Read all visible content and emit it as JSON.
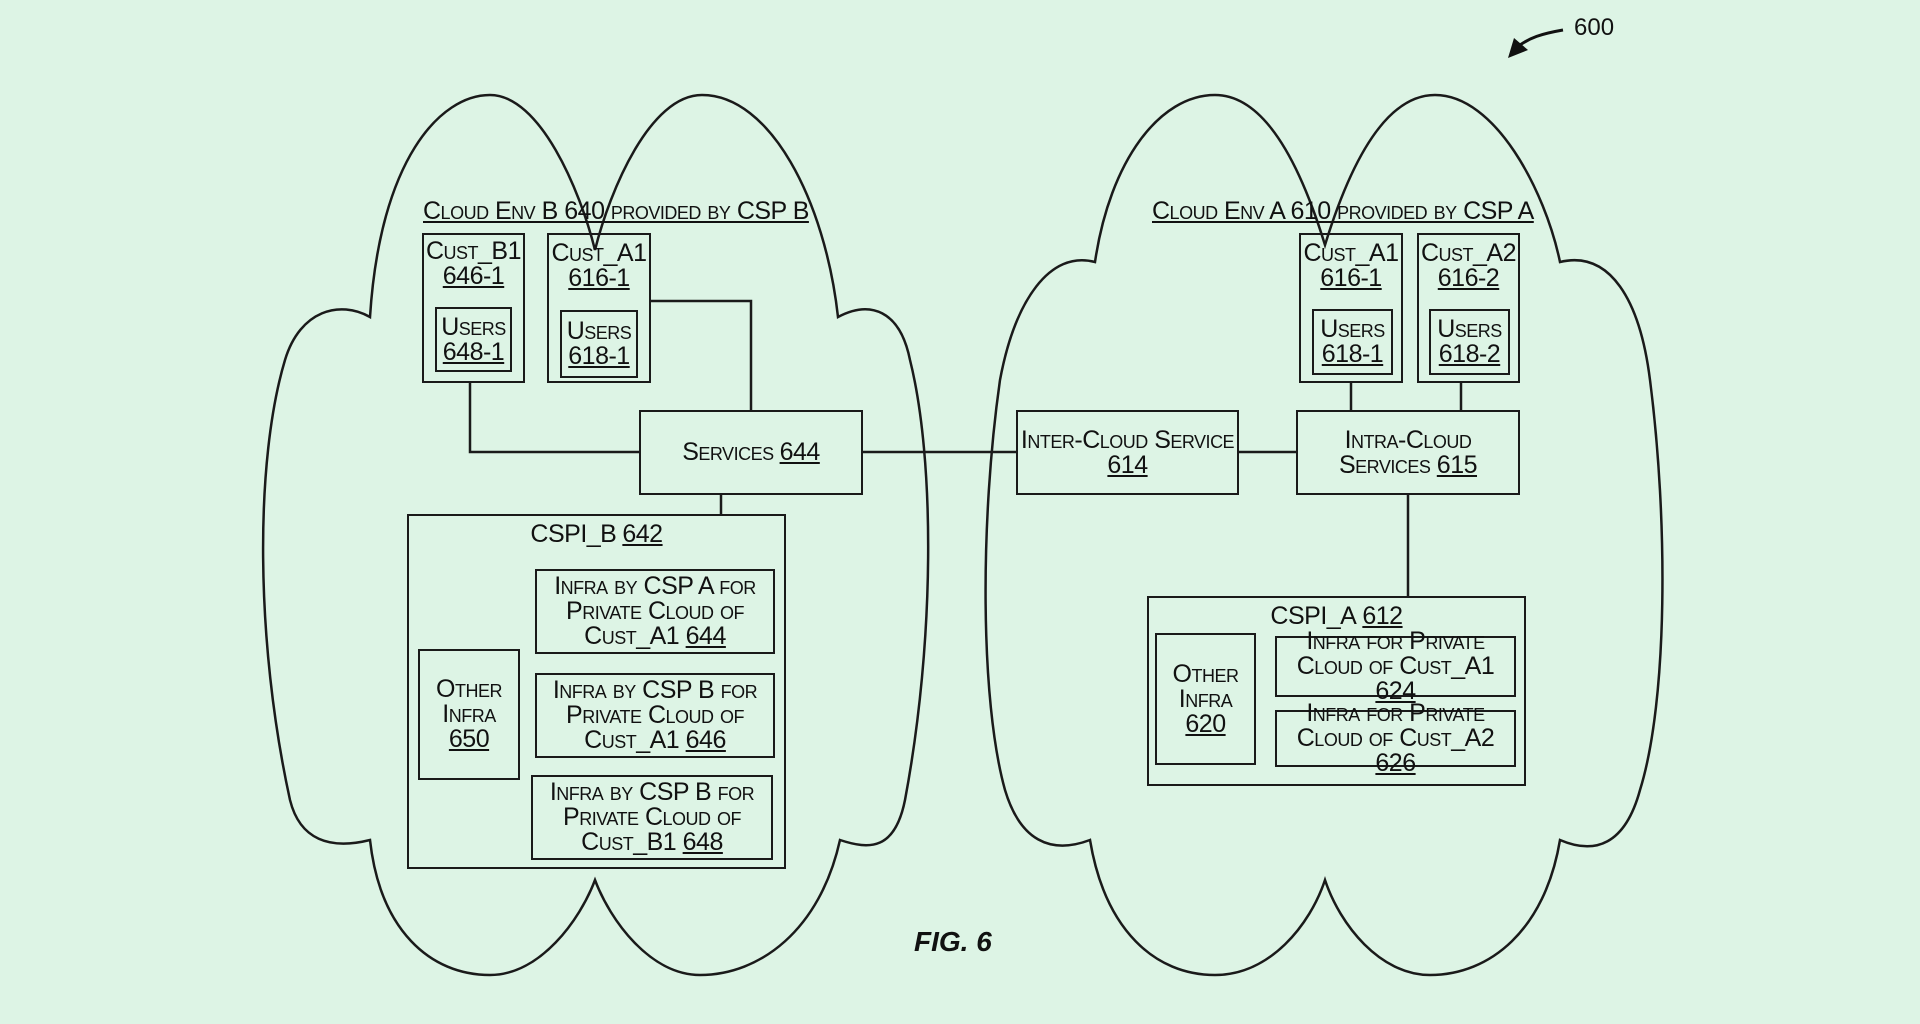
{
  "figure": {
    "label": "FIG. 6",
    "reference": "600"
  },
  "cloud_b": {
    "title": "Cloud Env B 640 provided by CSP B",
    "cust_b1": {
      "name": "Cust_B1",
      "ref": "646-1",
      "users": {
        "name": "Users",
        "ref": "648-1"
      }
    },
    "cust_a1": {
      "name": "Cust_A1",
      "ref": "616-1",
      "users": {
        "name": "Users",
        "ref": "618-1"
      }
    },
    "services": {
      "name": "Services",
      "ref": "644"
    },
    "cspi": {
      "name": "CSPI_B",
      "ref": "642",
      "other_infra": {
        "line1": "Other",
        "line2": "Infra",
        "ref": "650"
      },
      "infra": [
        {
          "line1": "Infra by CSP A for",
          "line2": "Private Cloud of",
          "line3": "Cust_A1",
          "ref": "644"
        },
        {
          "line1": "Infra by CSP B for",
          "line2": "Private Cloud of",
          "line3": "Cust_A1",
          "ref": "646"
        },
        {
          "line1": "Infra by CSP B for",
          "line2": "Private Cloud of",
          "line3": "Cust_B1",
          "ref": "648"
        }
      ]
    }
  },
  "cloud_a": {
    "title": "Cloud Env A 610 provided by CSP A",
    "inter_cloud": {
      "name": "Inter-Cloud Service",
      "ref": "614"
    },
    "intra_cloud": {
      "line1": "Intra-Cloud",
      "line2": "Services",
      "ref": "615"
    },
    "cust_a1": {
      "name": "Cust_A1",
      "ref": "616-1",
      "users": {
        "name": "Users",
        "ref": "618-1"
      }
    },
    "cust_a2": {
      "name": "Cust_A2",
      "ref": "616-2",
      "users": {
        "name": "Users",
        "ref": "618-2"
      }
    },
    "cspi": {
      "name": "CSPI_A",
      "ref": "612",
      "other_infra": {
        "line1": "Other",
        "line2": "Infra",
        "ref": "620"
      },
      "infra": [
        {
          "line1": "Infra for Private",
          "line2": "Cloud of Cust_A1",
          "ref": "624"
        },
        {
          "line1": "Infra for Private",
          "line2": "Cloud of Cust_A2",
          "ref": "626"
        }
      ]
    }
  }
}
